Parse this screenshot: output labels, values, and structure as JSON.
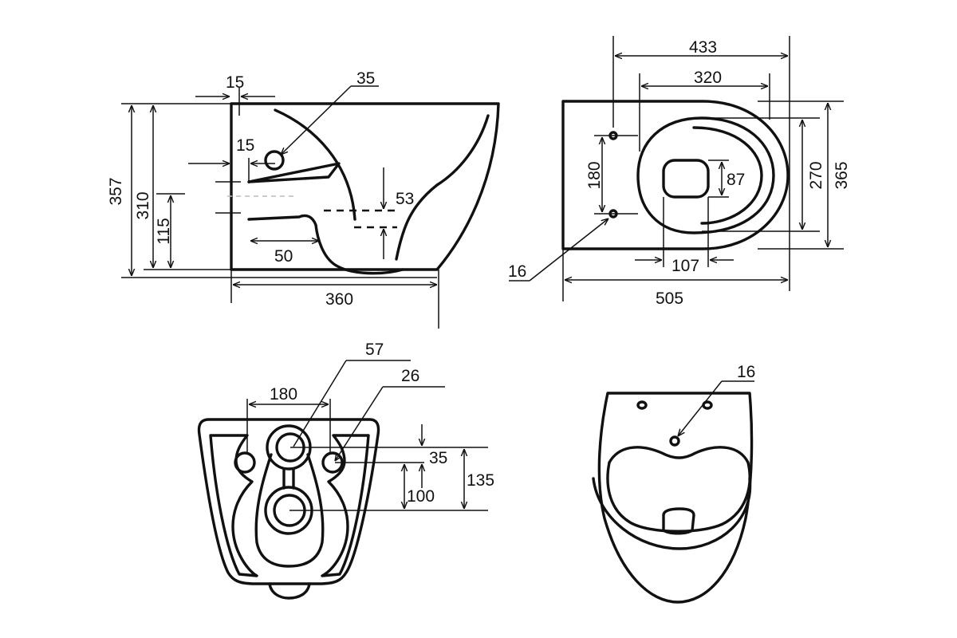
{
  "side_view": {
    "d_357": "357",
    "d_310": "310",
    "d_115": "115",
    "d_15_top": "15",
    "d_35": "35",
    "d_15_mid": "15",
    "d_53": "53",
    "d_50": "50",
    "d_360": "360"
  },
  "top_view": {
    "d_433": "433",
    "d_320": "320",
    "d_180": "180",
    "d_87": "87",
    "d_270": "270",
    "d_365": "365",
    "d_16": "16",
    "d_107": "107",
    "d_505": "505"
  },
  "back_view": {
    "d_57": "57",
    "d_180": "180",
    "d_26": "26",
    "d_35": "35",
    "d_135": "135",
    "d_100": "100"
  },
  "front_view": {
    "d_16": "16"
  }
}
